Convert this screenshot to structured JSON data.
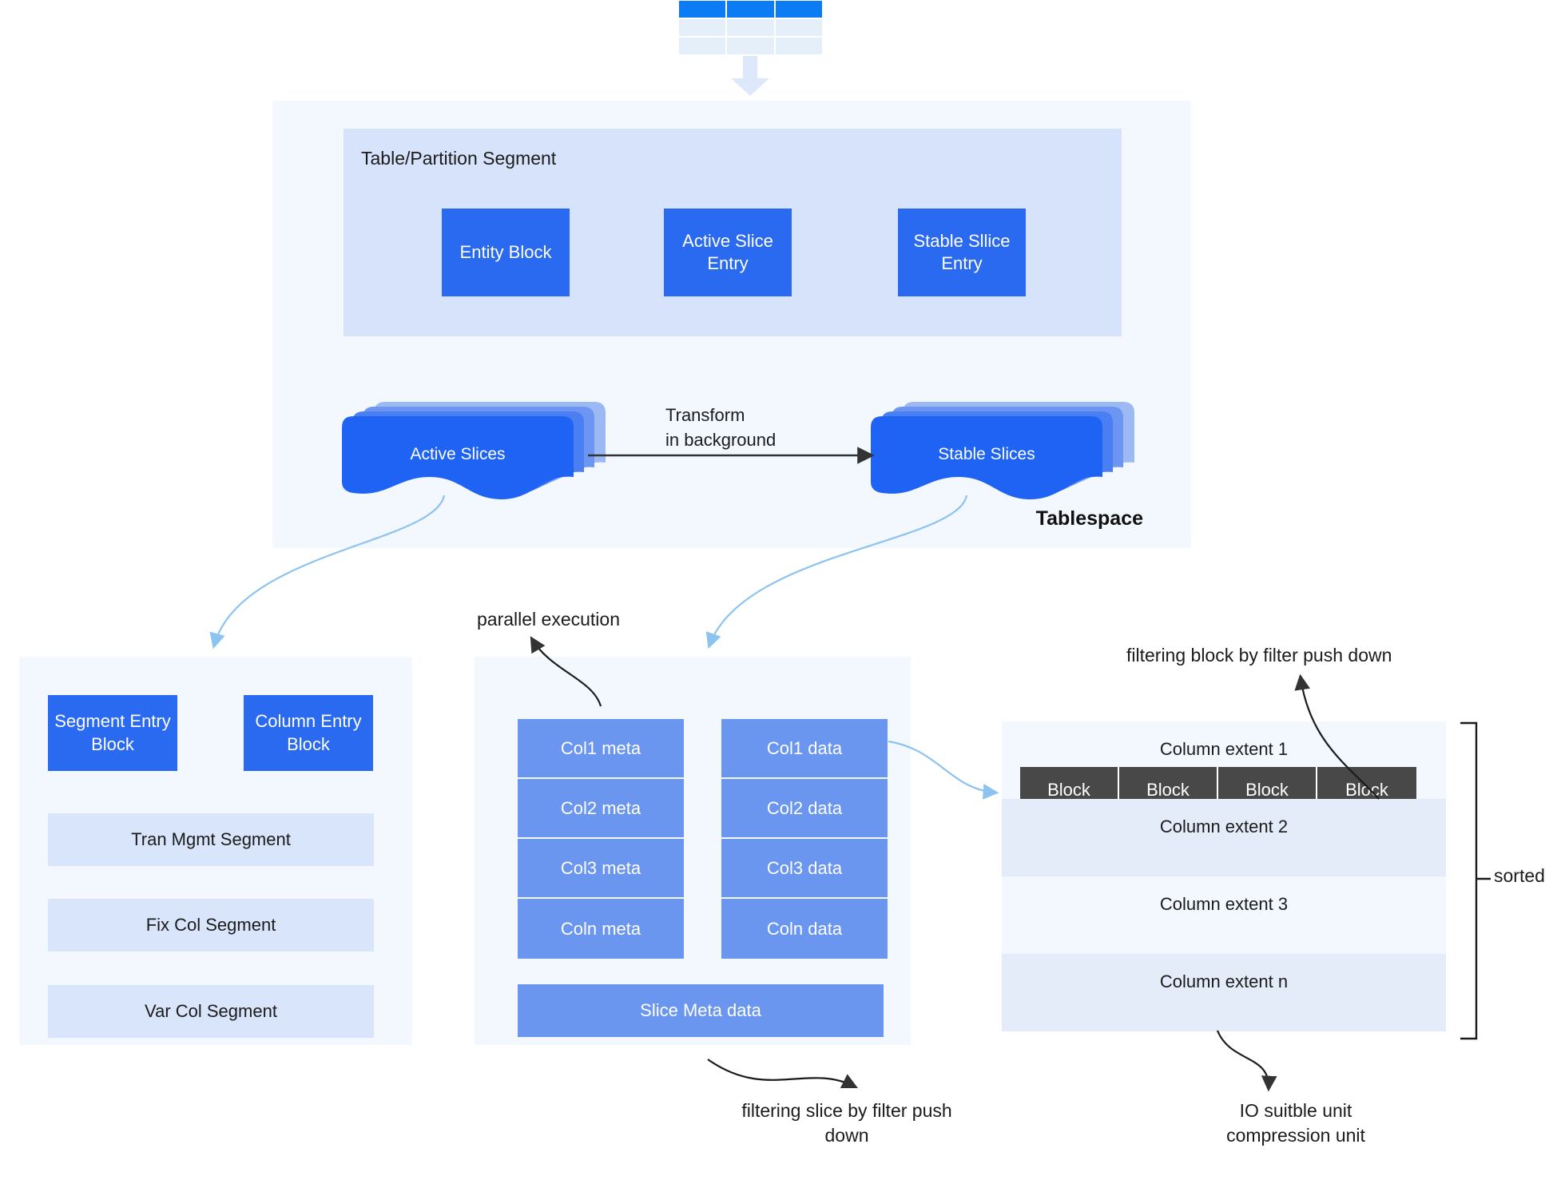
{
  "diagram": {
    "title": "Tablespace storage architecture",
    "colors": {
      "primary_blue": "#2a6af0",
      "mid_blue": "#6a96ef",
      "header_blue": "#0c7cf5",
      "panel_light": "#f3f7fe",
      "panel_inner": "#d7e3fb",
      "bar_light": "#d9e5fb",
      "row_alt": "#e4ecf9",
      "block_dark": "#484848",
      "connector_blue": "#8cc3f0",
      "connector_dark": "#333333"
    }
  },
  "table_icon": {
    "name": "table-icon",
    "columns": 3,
    "rows": 3
  },
  "tablespace": {
    "label": "Tablespace",
    "segment_panel": {
      "title": "Table/Partition Segment",
      "blocks": [
        {
          "label": "Entity Block"
        },
        {
          "label": "Active Slice\nEntry"
        },
        {
          "label": "Stable Sllice\nEntry"
        }
      ]
    },
    "slices": {
      "active": "Active Slices",
      "stable": "Stable Slices",
      "transform_label": "Transform\nin background"
    }
  },
  "left_panel": {
    "entry_blocks": [
      {
        "label": "Segment Entry\nBlock"
      },
      {
        "label": "Column Entry\nBlock"
      }
    ],
    "segments": [
      {
        "label": "Tran Mgmt Segment"
      },
      {
        "label": "Fix Col Segment"
      },
      {
        "label": "Var Col Segment"
      }
    ]
  },
  "mid_panel": {
    "meta_column": [
      {
        "label": "Col1 meta"
      },
      {
        "label": "Col2 meta"
      },
      {
        "label": "Col3 meta"
      },
      {
        "label": "Coln meta"
      }
    ],
    "data_column": [
      {
        "label": "Col1 data"
      },
      {
        "label": "Col2 data"
      },
      {
        "label": "Col3 data"
      },
      {
        "label": "Coln data"
      }
    ],
    "slice_meta": "Slice Meta data"
  },
  "right_panel": {
    "extents": [
      {
        "label": "Column extent 1"
      },
      {
        "label": "Column extent 2"
      },
      {
        "label": "Column extent 3"
      },
      {
        "label": "Column extent n"
      }
    ],
    "blocks": [
      {
        "label": "Block"
      },
      {
        "label": "Block"
      },
      {
        "label": "Block"
      },
      {
        "label": "Block"
      }
    ],
    "bracket_label": "sorted"
  },
  "annotations": {
    "parallel_execution": "parallel execution",
    "filtering_block": "filtering block by filter push down",
    "filtering_slice": "filtering slice by filter push\ndown",
    "io_unit": "IO suitble unit\ncompression unit"
  }
}
